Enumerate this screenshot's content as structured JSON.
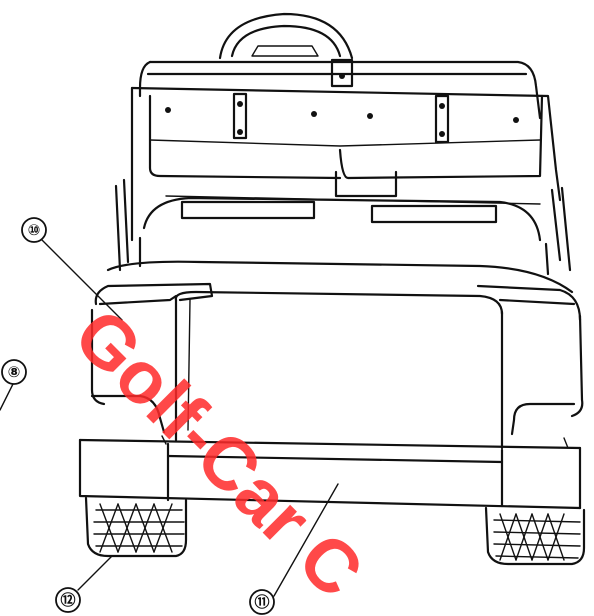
{
  "figure": {
    "callouts": [
      "⑩",
      "⑧",
      "⑪",
      "⑫"
    ]
  },
  "watermark": {
    "text": "Golf-Car C",
    "color": "#ff2a2a"
  }
}
